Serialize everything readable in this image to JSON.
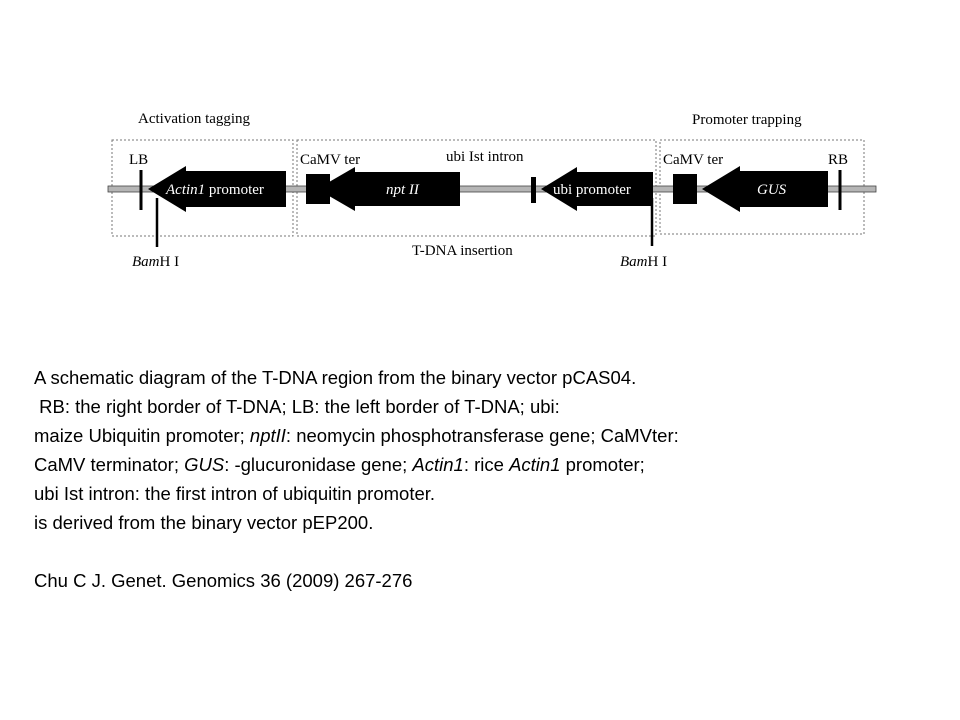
{
  "diagram": {
    "section_left": "Activation tagging",
    "section_right": "Promoter trapping",
    "labels": {
      "lb": "LB",
      "actin1_promoter_italic": "Actin1",
      "actin1_promoter_rest": " promoter",
      "camv_ter_left": "CaMV ter",
      "npt_ii": "npt II",
      "ubi_ist_intron": "ubi Ist intron",
      "ubi_promoter": "ubi promoter",
      "camv_ter_right": "CaMV ter",
      "gus": "GUS",
      "rb": "RB",
      "tdna_insertion": "T-DNA insertion",
      "bamh1_left_italic": "Bam",
      "bamh1_left_rest": "H I",
      "bamh1_right_italic": "Bam",
      "bamh1_right_rest": "H I"
    }
  },
  "caption": {
    "line1": "A schematic diagram of the T-DNA region from the binary vector pCAS04.",
    "line2": "RB: the right border of T-DNA; LB: the left border of T-DNA; ubi:",
    "line3_a": "maize Ubiquitin promoter; ",
    "line3_italic": "nptII",
    "line3_b": ": neomycin phosphotransferase gene; CaMVter:",
    "line4_a": "CaMV terminator; ",
    "line4_italic1": "GUS",
    "line4_b": ": ",
    "line4_glyphs": "",
    "line4_c": "-glucuronidase gene; ",
    "line4_italic2": "Actin1",
    "line4_d": ": rice ",
    "line4_italic3": "Actin1",
    "line4_e": " promoter;",
    "line5": "ubi Ist intron: the first intron of ubiquitin promoter.",
    "line6": "is derived from the binary vector pEP200.",
    "citation": "Chu C J. Genet. Genomics 36 (2009) 267-276"
  }
}
